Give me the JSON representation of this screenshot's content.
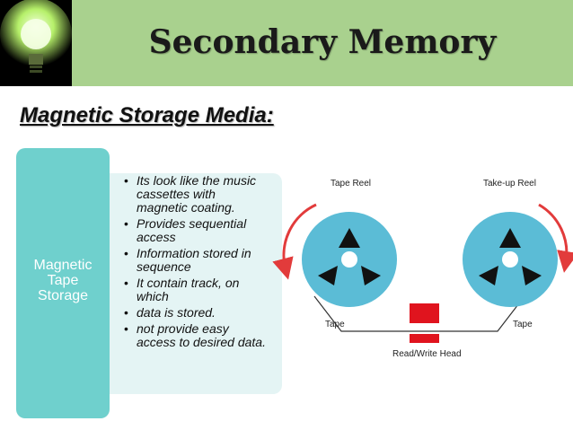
{
  "slide": {
    "title": "Secondary Memory",
    "subtitle": "Magnetic Storage Media:"
  },
  "colors": {
    "header_bg": "#a9d18e",
    "left_box": "#6fd0cd",
    "right_box": "#e4f4f4",
    "reel": "#5bbcd6",
    "arrow": "#e23b3b",
    "head": "#e0141e"
  },
  "left_panel": {
    "label_lines": [
      "Magnetic",
      "Tape",
      "Storage"
    ]
  },
  "bullets": [
    "Its look like the music cassettes with magnetic coating.",
    "Provides sequential access",
    "Information stored in sequence",
    "It contain track, on which",
    "data is stored.",
    "not provide easy access to desired data."
  ],
  "diagram": {
    "tape_reel": "Tape Reel",
    "takeup_reel": "Take-up Reel",
    "tape_left": "Tape",
    "tape_right": "Tape",
    "head": "Read/Write Head"
  },
  "icons": {
    "logo": "glowing-lightbulb-icon"
  }
}
